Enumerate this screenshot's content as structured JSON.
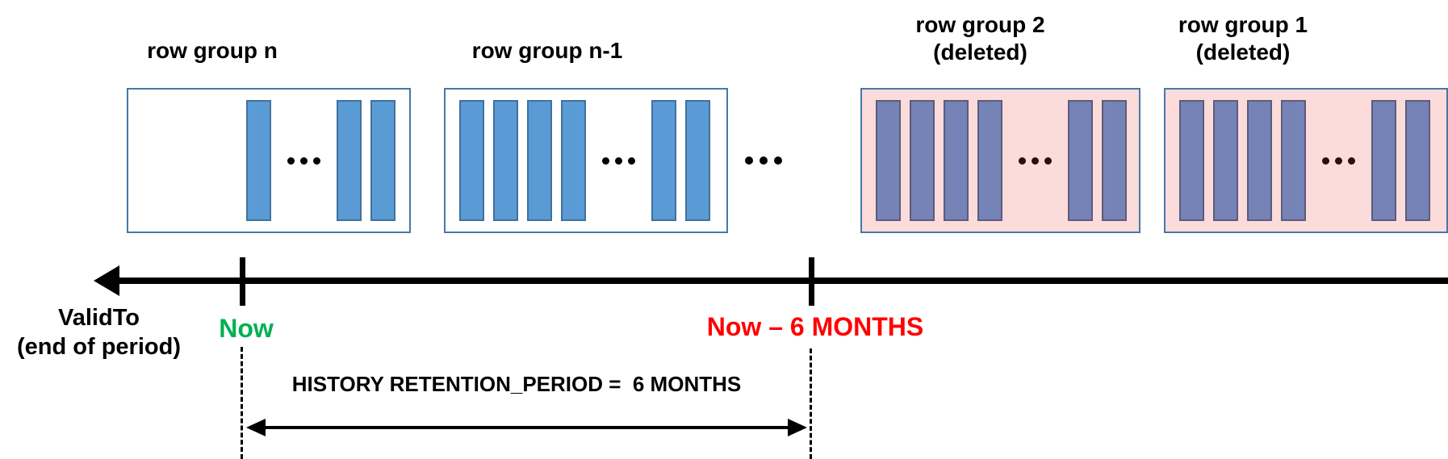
{
  "groups": [
    {
      "name": "row group n",
      "sublabel": "",
      "deleted": false,
      "pattern": [
        "bar",
        "dots",
        "bar",
        "bar"
      ]
    },
    {
      "name": "row group n-1",
      "sublabel": "",
      "deleted": false,
      "pattern": [
        "bar",
        "bar",
        "bar",
        "bar",
        "dots",
        "bar",
        "bar"
      ]
    },
    {
      "name": "row group 2",
      "sublabel": "(deleted)",
      "deleted": true,
      "pattern": [
        "bar",
        "bar",
        "bar",
        "bar",
        "dots",
        "bar",
        "bar"
      ]
    },
    {
      "name": "row group 1",
      "sublabel": "(deleted)",
      "deleted": true,
      "pattern": [
        "bar",
        "bar",
        "bar",
        "bar",
        "dots",
        "bar",
        "bar"
      ]
    }
  ],
  "between_groups_separator": "...",
  "timeline": {
    "axis_label": {
      "line1": "ValidTo",
      "line2": "(end of period)"
    },
    "ticks": [
      {
        "label": "Now",
        "color": "#00B050"
      },
      {
        "label": "Now – 6 MONTHS",
        "color": "#FF0000"
      }
    ]
  },
  "retention": {
    "label": "HISTORY RETENTION_PERIOD =  6 MONTHS"
  },
  "colors": {
    "bar_fill": "#5B9BD5",
    "bar_border": "#41719C",
    "deleted_bar_fill": "#7683B7",
    "deleted_bar_border": "#5C5C7C",
    "deleted_box_fill": "#FCDBDB",
    "deleted_dots": "#2B0F0F",
    "box_border": "#4878A8",
    "now_green": "#00B050",
    "warn_red": "#FF0000"
  }
}
